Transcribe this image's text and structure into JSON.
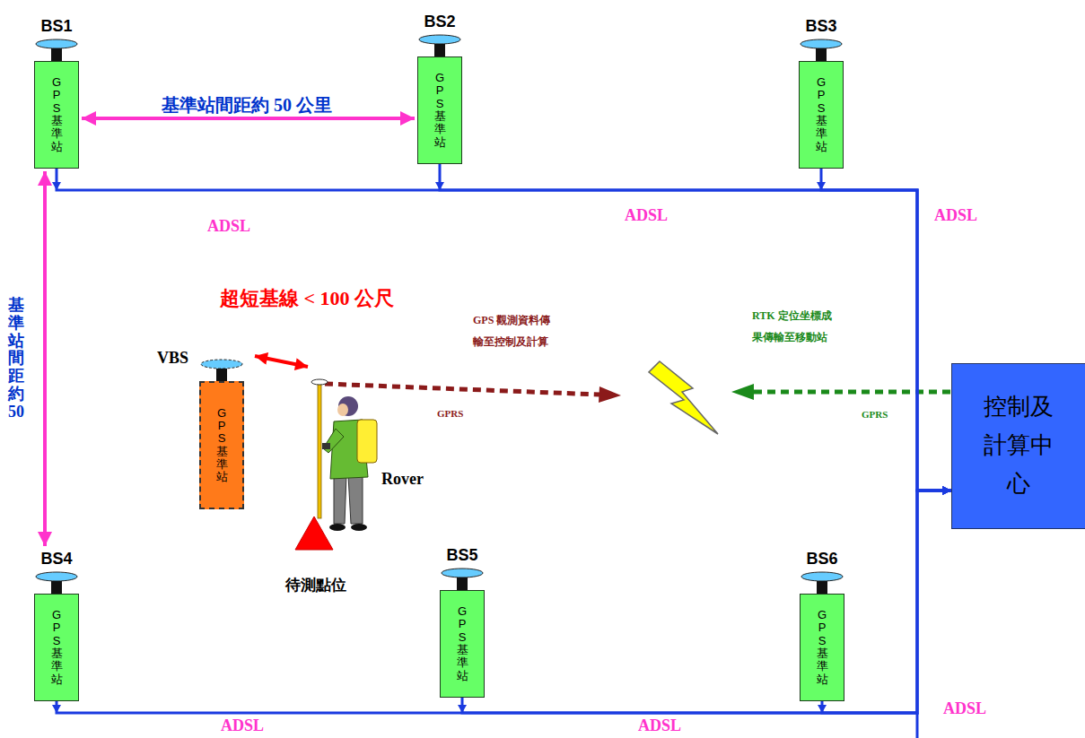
{
  "diagram": {
    "nodes": [
      {
        "text": [
          "BS1",
          "GPS基準站"
        ]
      },
      {
        "text": [
          "BS2",
          "GPS基準站"
        ]
      },
      {
        "text": [
          "BS3",
          "GPS基準站"
        ]
      },
      {
        "text": [
          "VBS",
          "GPS基準站"
        ]
      },
      {
        "text": [
          "控制及計算中心"
        ]
      },
      {
        "text": [
          "BS4",
          "GPS基準站"
        ]
      },
      {
        "text": [
          "BS5",
          "GPS基準站"
        ]
      },
      {
        "text": [
          "BS6",
          "GPS基準站"
        ]
      }
    ],
    "edges": [
      {
        "from": 0,
        "to": 1,
        "arrow": "both",
        "label": "基準站間距約 50 公里"
      },
      {
        "from": 0,
        "to": 5,
        "arrow": "both",
        "label": "基準站間距約50"
      },
      {
        "from": 0,
        "to": 4,
        "arrow": "to",
        "label": "ADSL"
      },
      {
        "from": 1,
        "to": 4,
        "arrow": "to",
        "label": "ADSL"
      },
      {
        "from": 2,
        "to": 4,
        "arrow": "to",
        "label": "ADSL"
      },
      {
        "from": 5,
        "to": 4,
        "arrow": "to",
        "label": "ADSL"
      },
      {
        "from": 6,
        "to": 4,
        "arrow": "to",
        "label": "ADSL"
      },
      {
        "from": 7,
        "to": 4,
        "arrow": "to",
        "label": "ADSL"
      }
    ],
    "labels": [
      "超短基線 < 100 公尺",
      "GPS 觀測資料傳 輸至控制及計算",
      "GPRS",
      "RTK 定位坐標成 果傳輸至移動站",
      "GPRS",
      "Rover",
      "待測點位"
    ]
  }
}
